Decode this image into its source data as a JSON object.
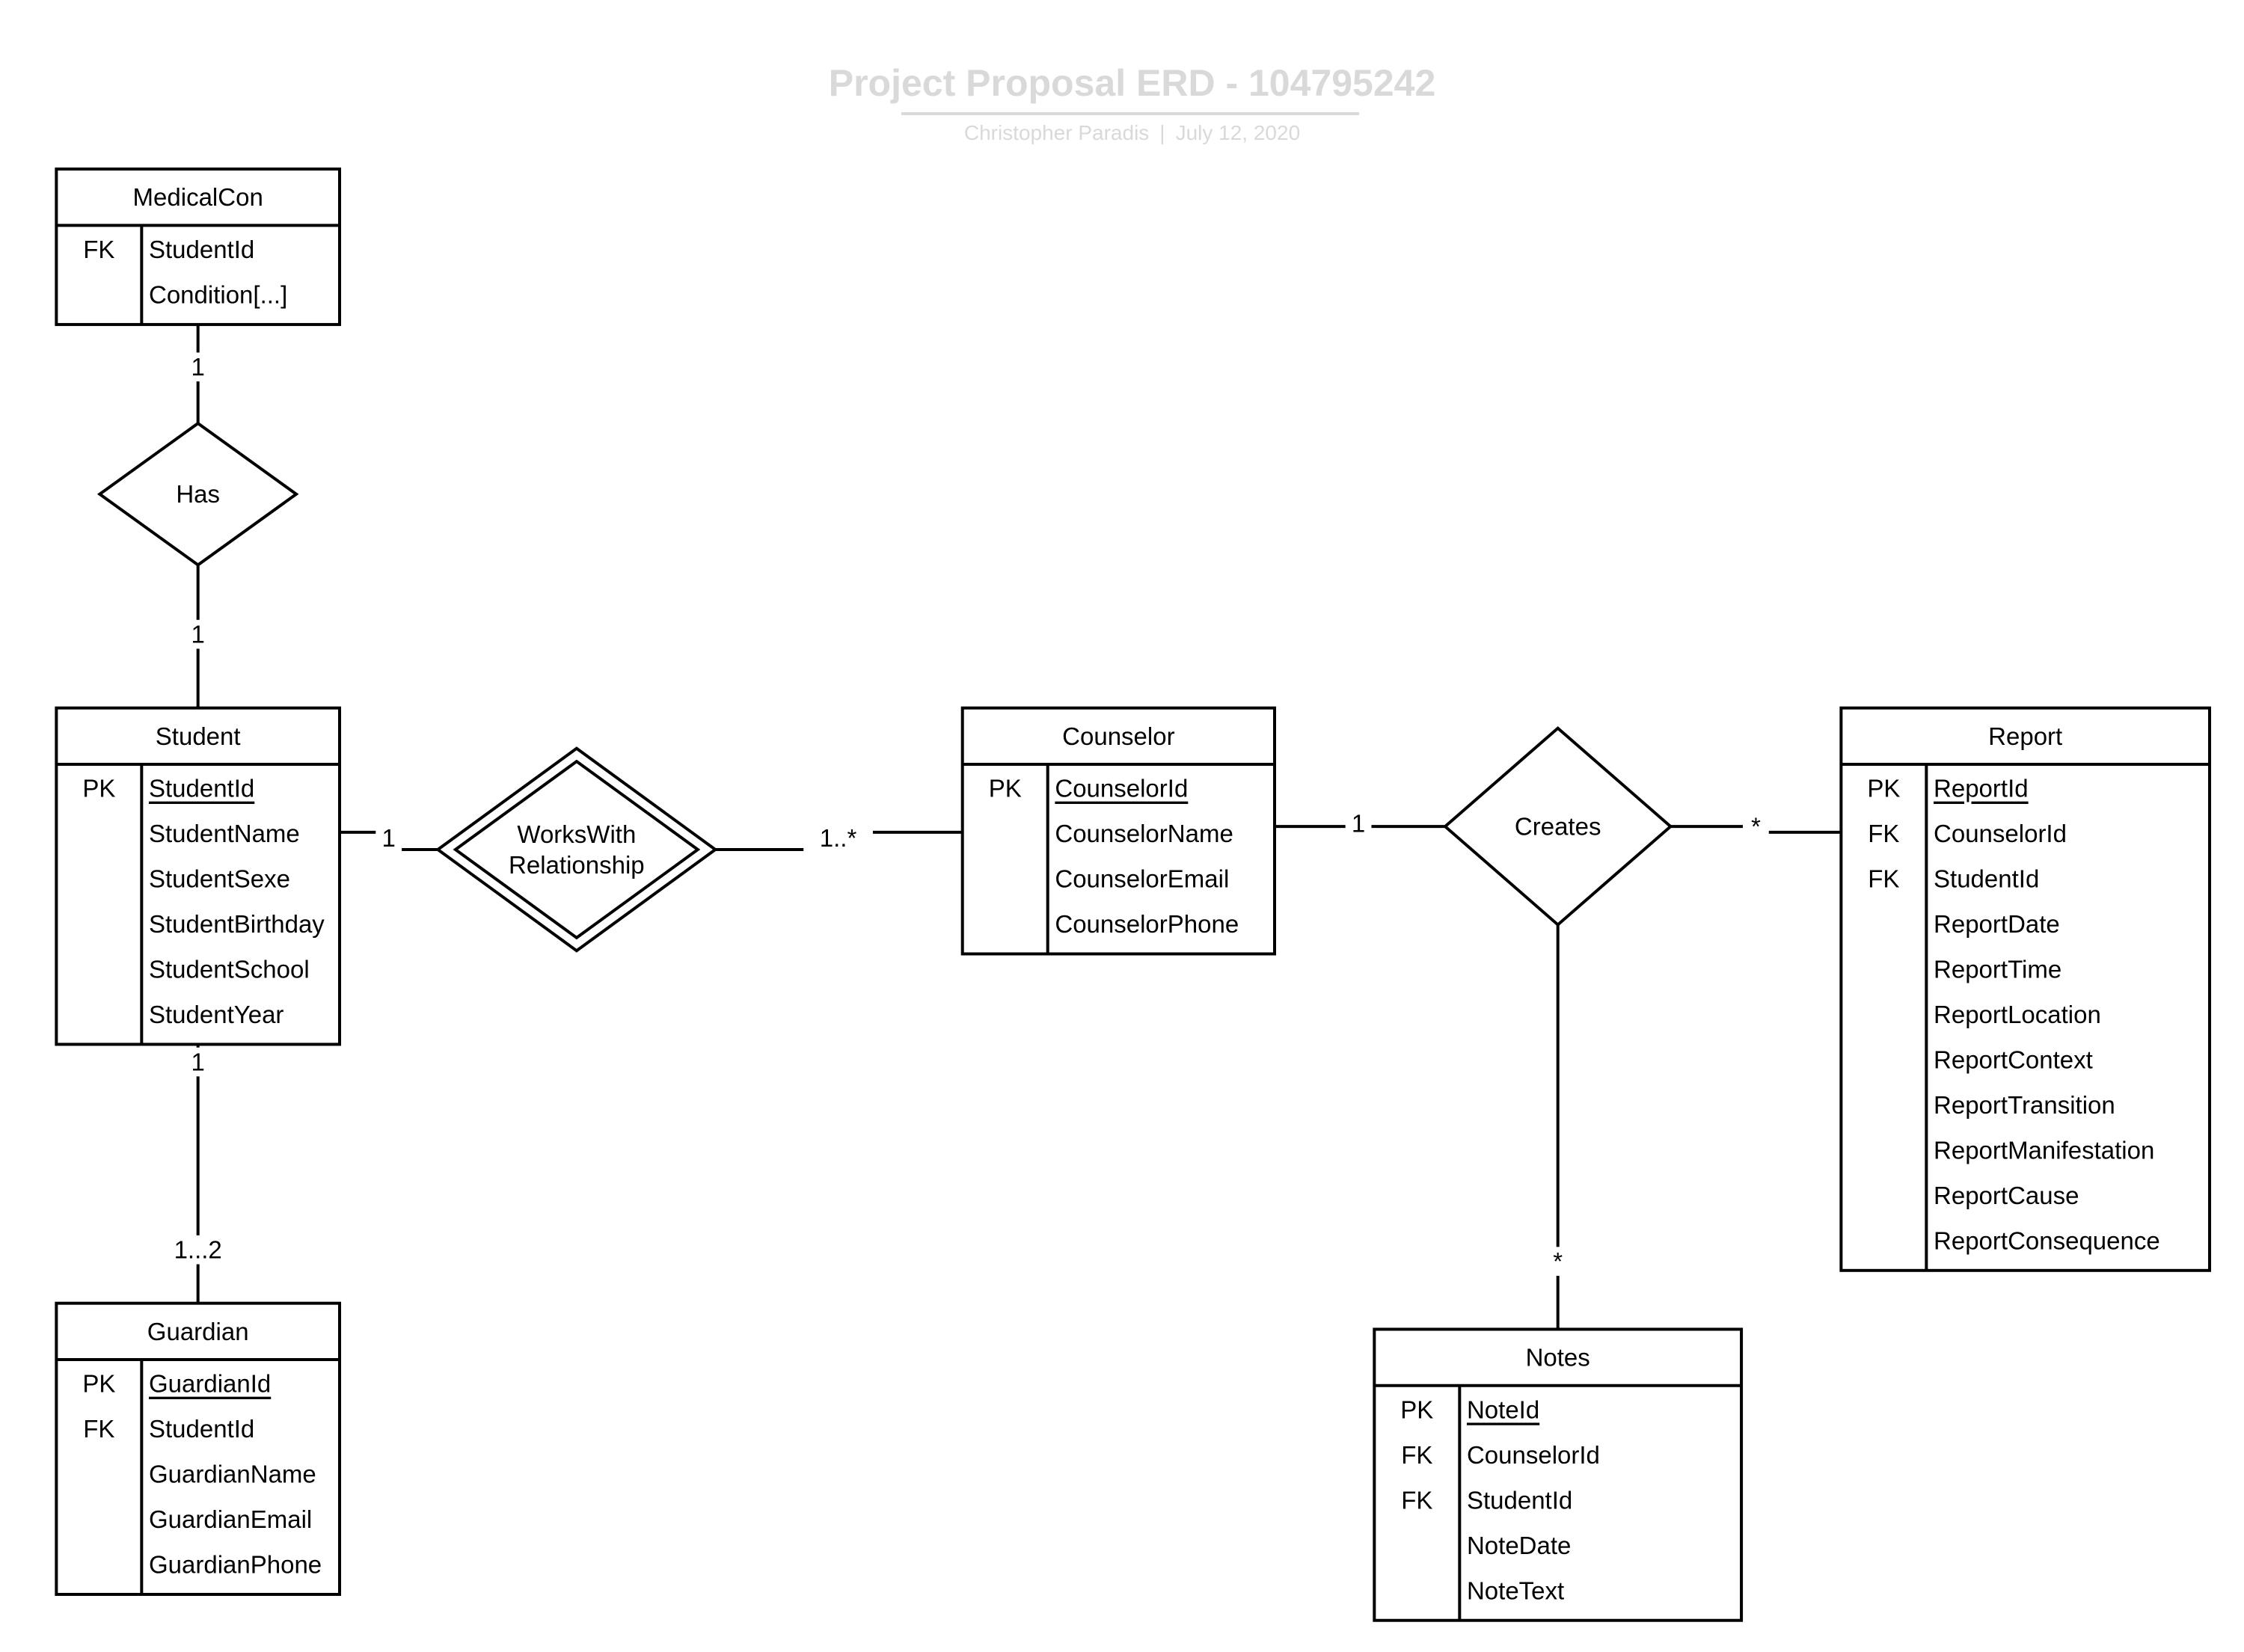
{
  "header": {
    "title": "Project Proposal ERD - 104795242",
    "author": "Christopher Paradis",
    "separator": "|",
    "date": "July 12, 2020"
  },
  "colors": {
    "stroke": "#000000",
    "title": "#d9d9d9",
    "background": "#ffffff"
  },
  "entities": [
    {
      "id": "medicalcon",
      "name": "MedicalCon",
      "rows": [
        {
          "key": "FK",
          "attr": "StudentId",
          "underline": false
        },
        {
          "key": "",
          "attr": "Condition[...]",
          "underline": false
        }
      ]
    },
    {
      "id": "student",
      "name": "Student",
      "rows": [
        {
          "key": "PK",
          "attr": "StudentId",
          "underline": true
        },
        {
          "key": "",
          "attr": "StudentName",
          "underline": false
        },
        {
          "key": "",
          "attr": "StudentSexe",
          "underline": false
        },
        {
          "key": "",
          "attr": "StudentBirthday",
          "underline": false
        },
        {
          "key": "",
          "attr": "StudentSchool",
          "underline": false
        },
        {
          "key": "",
          "attr": "StudentYear",
          "underline": false
        }
      ]
    },
    {
      "id": "guardian",
      "name": "Guardian",
      "rows": [
        {
          "key": "PK",
          "attr": "GuardianId",
          "underline": true
        },
        {
          "key": "FK",
          "attr": "StudentId",
          "underline": false
        },
        {
          "key": "",
          "attr": "GuardianName",
          "underline": false
        },
        {
          "key": "",
          "attr": "GuardianEmail",
          "underline": false
        },
        {
          "key": "",
          "attr": "GuardianPhone",
          "underline": false
        }
      ]
    },
    {
      "id": "counselor",
      "name": "Counselor",
      "rows": [
        {
          "key": "PK",
          "attr": "CounselorId",
          "underline": true
        },
        {
          "key": "",
          "attr": "CounselorName",
          "underline": false
        },
        {
          "key": "",
          "attr": "CounselorEmail",
          "underline": false
        },
        {
          "key": "",
          "attr": "CounselorPhone",
          "underline": false
        }
      ]
    },
    {
      "id": "report",
      "name": "Report",
      "rows": [
        {
          "key": "PK",
          "attr": "ReportId",
          "underline": true
        },
        {
          "key": "FK",
          "attr": "CounselorId",
          "underline": false
        },
        {
          "key": "FK",
          "attr": "StudentId",
          "underline": false
        },
        {
          "key": "",
          "attr": "ReportDate",
          "underline": false
        },
        {
          "key": "",
          "attr": "ReportTime",
          "underline": false
        },
        {
          "key": "",
          "attr": "ReportLocation",
          "underline": false
        },
        {
          "key": "",
          "attr": "ReportContext",
          "underline": false
        },
        {
          "key": "",
          "attr": "ReportTransition",
          "underline": false
        },
        {
          "key": "",
          "attr": "ReportManifestation",
          "underline": false
        },
        {
          "key": "",
          "attr": "ReportCause",
          "underline": false
        },
        {
          "key": "",
          "attr": "ReportConsequence",
          "underline": false
        }
      ]
    },
    {
      "id": "notes",
      "name": "Notes",
      "rows": [
        {
          "key": "PK",
          "attr": "NoteId",
          "underline": true
        },
        {
          "key": "FK",
          "attr": "CounselorId",
          "underline": false
        },
        {
          "key": "FK",
          "attr": "StudentId",
          "underline": false
        },
        {
          "key": "",
          "attr": "NoteDate",
          "underline": false
        },
        {
          "key": "",
          "attr": "NoteText",
          "underline": false
        }
      ]
    }
  ],
  "relationships": [
    {
      "id": "has",
      "lines": [
        "Has"
      ],
      "double": false
    },
    {
      "id": "workswith",
      "lines": [
        "WorksWith",
        "Relationship"
      ],
      "double": true
    },
    {
      "id": "creates",
      "lines": [
        "Creates"
      ],
      "double": false
    }
  ],
  "cardinalities": [
    {
      "id": "medicalcon-has",
      "text": "1"
    },
    {
      "id": "has-student",
      "text": "1"
    },
    {
      "id": "student-guardian-top",
      "text": "1"
    },
    {
      "id": "student-guardian-bottom",
      "text": "1...2"
    },
    {
      "id": "student-workswith",
      "text": "1"
    },
    {
      "id": "workswith-counselor",
      "text": "1..*"
    },
    {
      "id": "counselor-creates",
      "text": "1"
    },
    {
      "id": "creates-report",
      "text": "*"
    },
    {
      "id": "creates-notes",
      "text": "*"
    }
  ]
}
